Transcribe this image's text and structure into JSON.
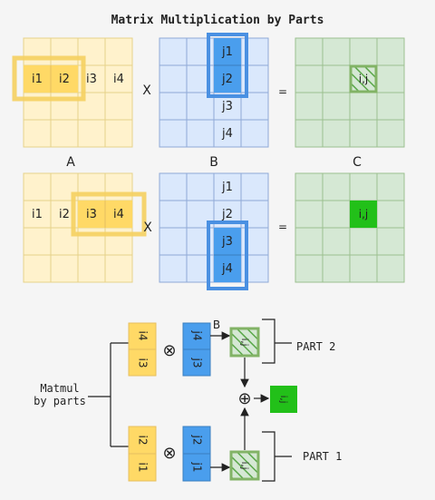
{
  "title": "Matrix Multiplication by Parts",
  "colors": {
    "a_fill": "#fff2cc",
    "a_grid": "#e6d28a",
    "a_highlight": "#f5c842",
    "a_highlight_cell": "#ffd966",
    "b_fill": "#dae8fc",
    "b_grid": "#8fa9d6",
    "b_highlight": "#4a90e2",
    "b_cell": "#4a9eed",
    "c_fill": "#d5e8d4",
    "c_grid": "#9cc08f",
    "c_cell_border": "#82b366",
    "c_solid": "#22c019",
    "line": "#222222"
  },
  "matrix_labels": {
    "a": "A",
    "b": "B",
    "c": "C"
  },
  "top": {
    "a_cells": [
      "i1",
      "i2",
      "i3",
      "i4"
    ],
    "b_cells": [
      "j1",
      "j2",
      "j3",
      "j4"
    ],
    "times": "X",
    "equals": "=",
    "c_cell": "i,j"
  },
  "middle": {
    "a_cells": [
      "i1",
      "i2",
      "i3",
      "i4"
    ],
    "b_cells": [
      "j1",
      "j2",
      "j3",
      "j4"
    ],
    "times": "X",
    "equals": "=",
    "c_cell": "i,j"
  },
  "bottom": {
    "root_label": [
      "Matmul",
      "by parts"
    ],
    "upper_a": [
      "i4",
      "i3"
    ],
    "upper_b": [
      "j4",
      "j3"
    ],
    "lower_a": [
      "i2",
      "i1"
    ],
    "lower_b": [
      "j2",
      "j1"
    ],
    "upper_result": "i,j",
    "lower_result": "i,j",
    "final_result": "i,j",
    "otimes": "⊗",
    "oplus": "⊕",
    "b_marker": "B",
    "part2": "PART 2",
    "part1": "PART 1"
  }
}
